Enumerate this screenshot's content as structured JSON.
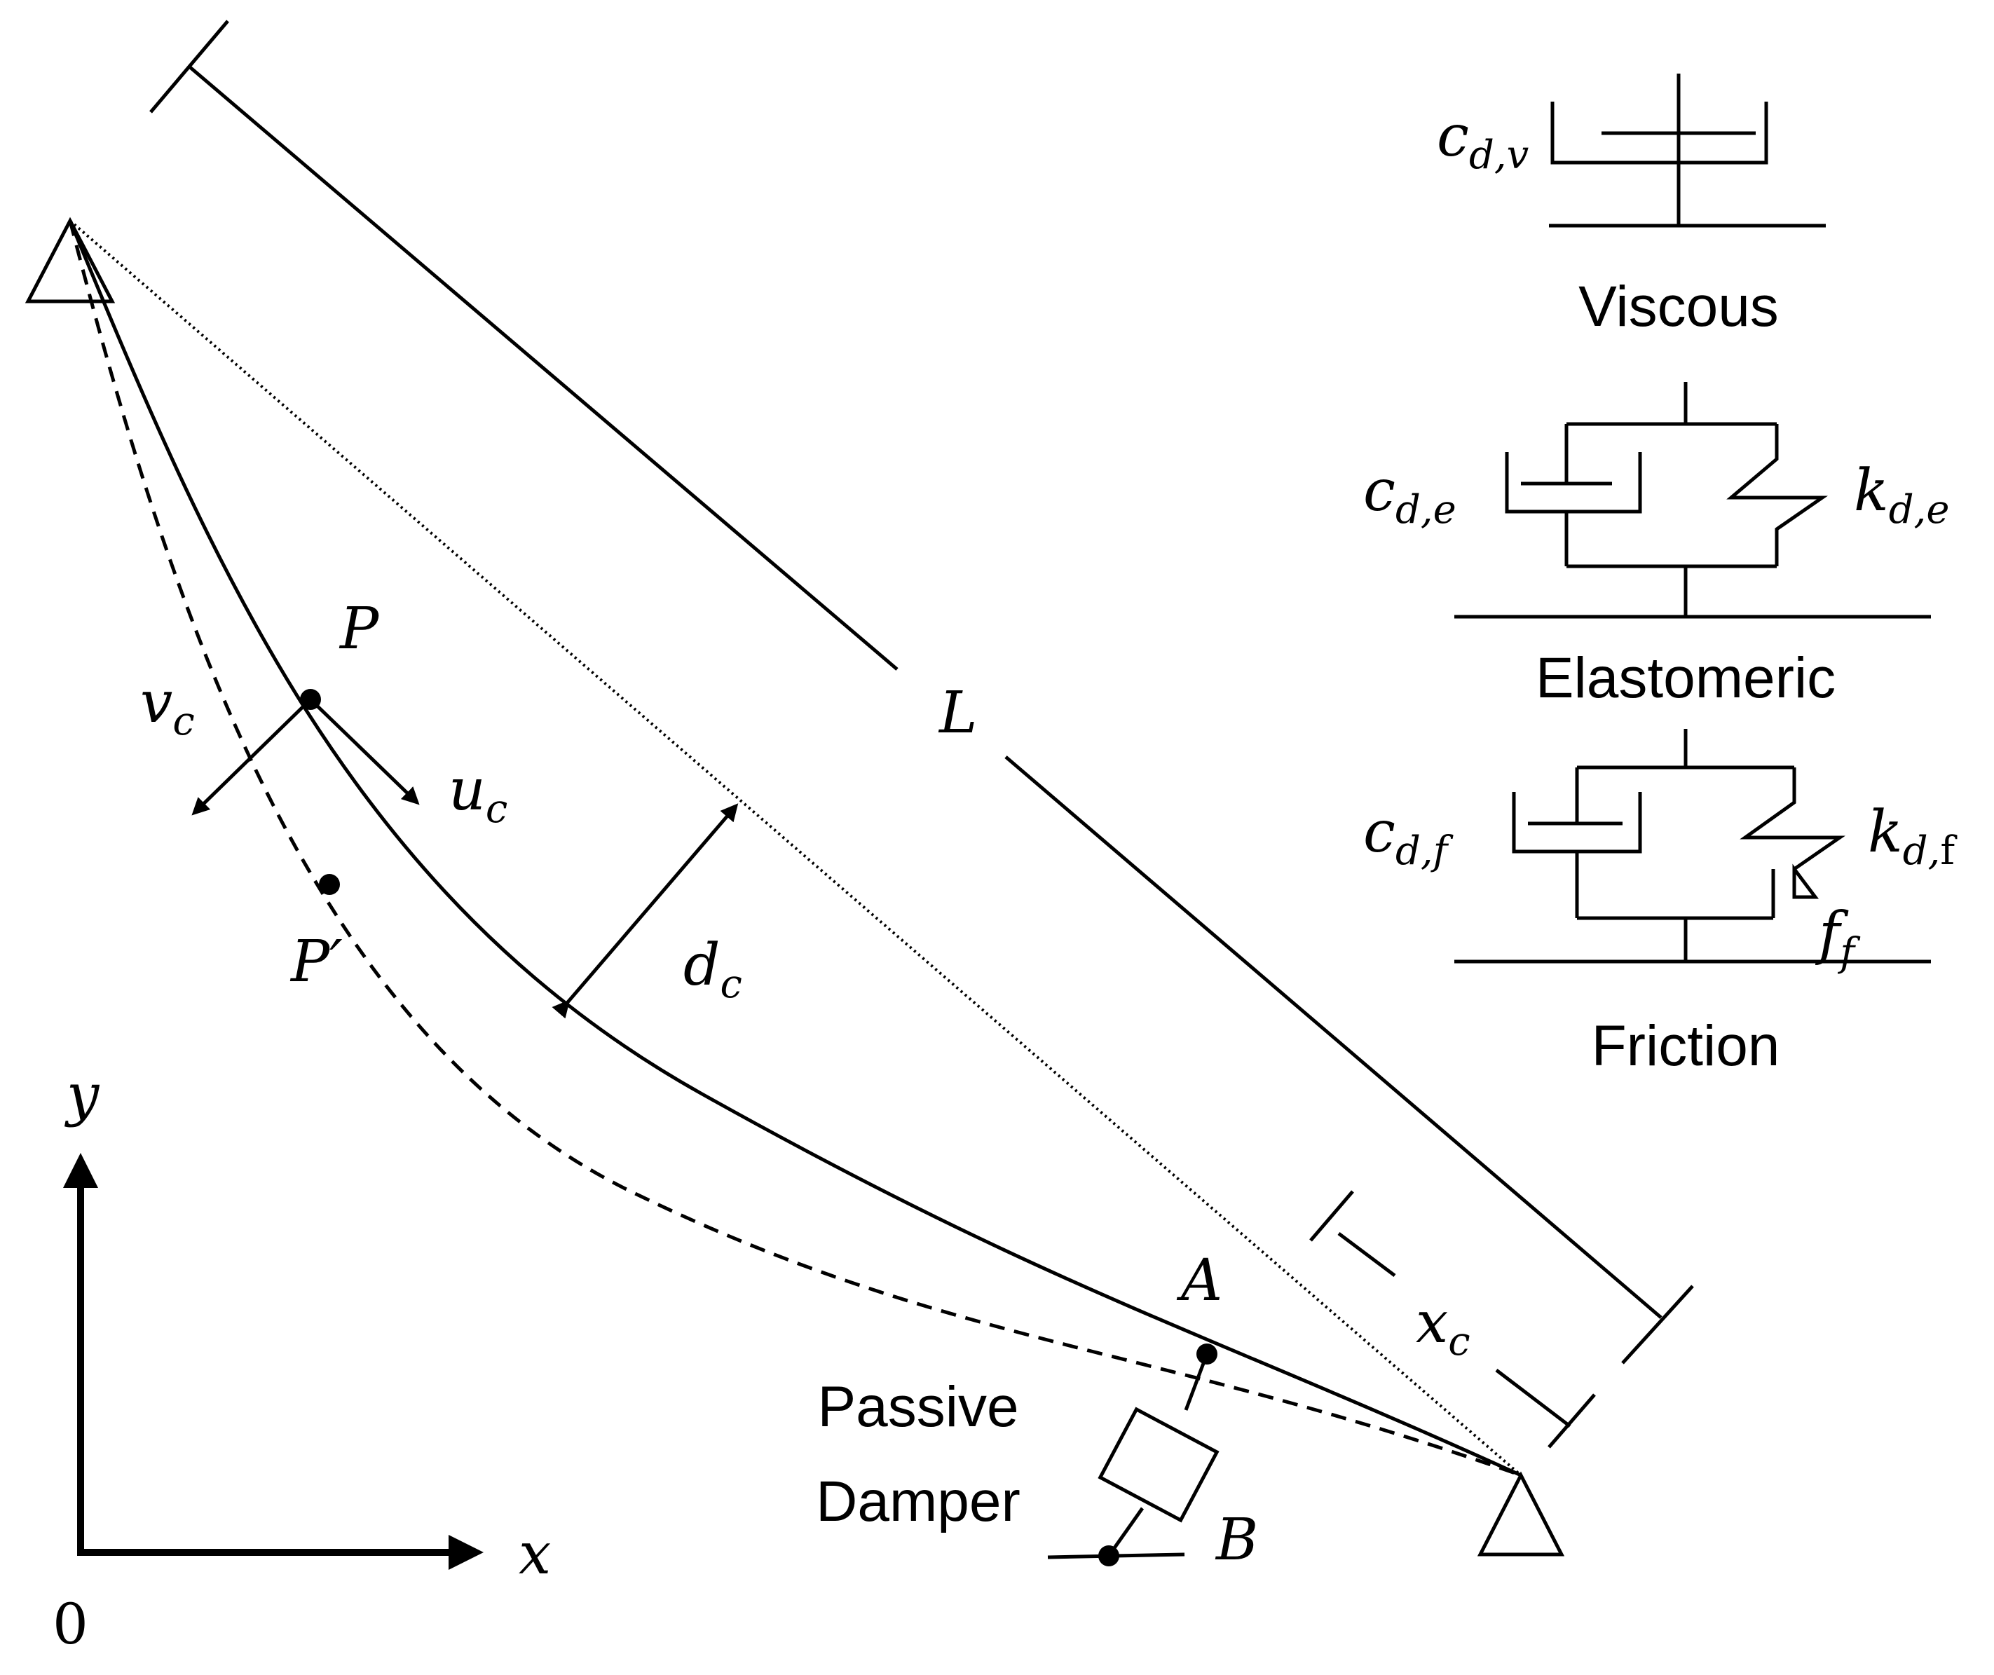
{
  "labels": {
    "P": "P",
    "P_prime": "P′",
    "v_c": "v",
    "v_c_sub": "c",
    "u_c": "u",
    "u_c_sub": "c",
    "d_c": "d",
    "d_c_sub": "c",
    "L": "L",
    "A": "A",
    "B": "B",
    "x_c": "x",
    "x_c_sub": "c",
    "axis_y": "y",
    "axis_x": "x",
    "origin": "0",
    "damper_line1": "Passive",
    "damper_line2": "Damper"
  },
  "models": {
    "viscous": {
      "title": "Viscous",
      "c_sym": "c",
      "c_sub": "d,v"
    },
    "elastomeric": {
      "title": "Elastomeric",
      "c_sym": "c",
      "c_sub": "d,e",
      "k_sym": "k",
      "k_sub": "d,e"
    },
    "friction": {
      "title": "Friction",
      "c_sym": "c",
      "c_sub": "d,f",
      "k_sym": "k",
      "k_sub": "d,",
      "k_sub2": "f",
      "f_sym": "f",
      "f_sub": "f"
    }
  }
}
